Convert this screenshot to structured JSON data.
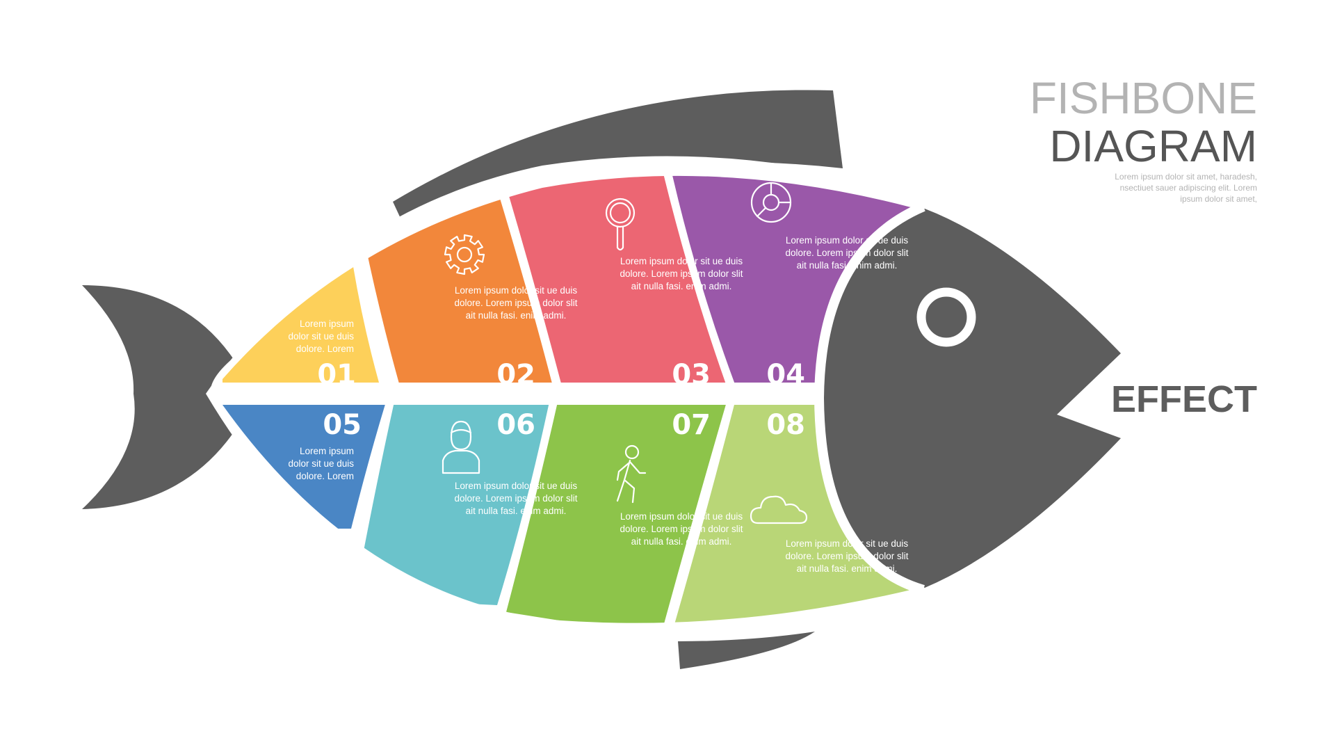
{
  "heading": {
    "line1": "FISHBONE",
    "line2": "DIAGRAM",
    "description": [
      "Lorem ipsum dolor sit amet, haradesh,",
      "nsectiuet sauer adipiscing elit. Lorem",
      "ipsum dolor sit amet,"
    ]
  },
  "effect_label": "EFFECT",
  "colors": {
    "body": "#5d5d5d",
    "eye_ring": "#ffffff",
    "heading_light": "#b3b3b3",
    "heading_dark": "#555555",
    "effect": "#5d5d5d",
    "text_on_segment": "#ffffff"
  },
  "segments": [
    {
      "number": "01",
      "color": "#fdd05a",
      "icon": "none",
      "text": [
        "Lorem ipsum",
        "dolor sit ue duis",
        "dolore. Lorem"
      ]
    },
    {
      "number": "02",
      "color": "#f2873b",
      "icon": "gear-icon",
      "text": [
        "Lorem ipsum dolor sit ue duis",
        "dolore. Lorem ipsum dolor slit",
        "ait nulla fasi. enim admi."
      ]
    },
    {
      "number": "03",
      "color": "#ec6673",
      "icon": "magnifier-icon",
      "text": [
        "Lorem ipsum dolor sit ue duis",
        "dolore. Lorem ipsum dolor slit",
        "ait nulla fasi. enim admi."
      ]
    },
    {
      "number": "04",
      "color": "#9a58a9",
      "icon": "pie-chart-icon",
      "text": [
        "Lorem ipsum dolor sit ue duis",
        "dolore. Lorem ipsum dolor slit",
        "ait nulla fasi. enim admi."
      ]
    },
    {
      "number": "05",
      "color": "#4a86c5",
      "icon": "none",
      "text": [
        "Lorem ipsum",
        "dolor sit ue duis",
        "dolore. Lorem"
      ]
    },
    {
      "number": "06",
      "color": "#6bc3cb",
      "icon": "person-icon",
      "text": [
        "Lorem ipsum dolor sit ue duis",
        "dolore. Lorem ipsum dolor slit",
        "ait nulla fasi. enim admi."
      ]
    },
    {
      "number": "07",
      "color": "#8dc44a",
      "icon": "walking-person-icon",
      "text": [
        "Lorem ipsum dolor sit ue duis",
        "dolore. Lorem ipsum dolor slit",
        "ait nulla fasi. enim admi."
      ]
    },
    {
      "number": "08",
      "color": "#b9d677",
      "icon": "cloud-icon",
      "text": [
        "Lorem ipsum dolor sit ue duis",
        "dolore. Lorem ipsum dolor slit",
        "ait nulla fasi. enim admi."
      ]
    }
  ]
}
